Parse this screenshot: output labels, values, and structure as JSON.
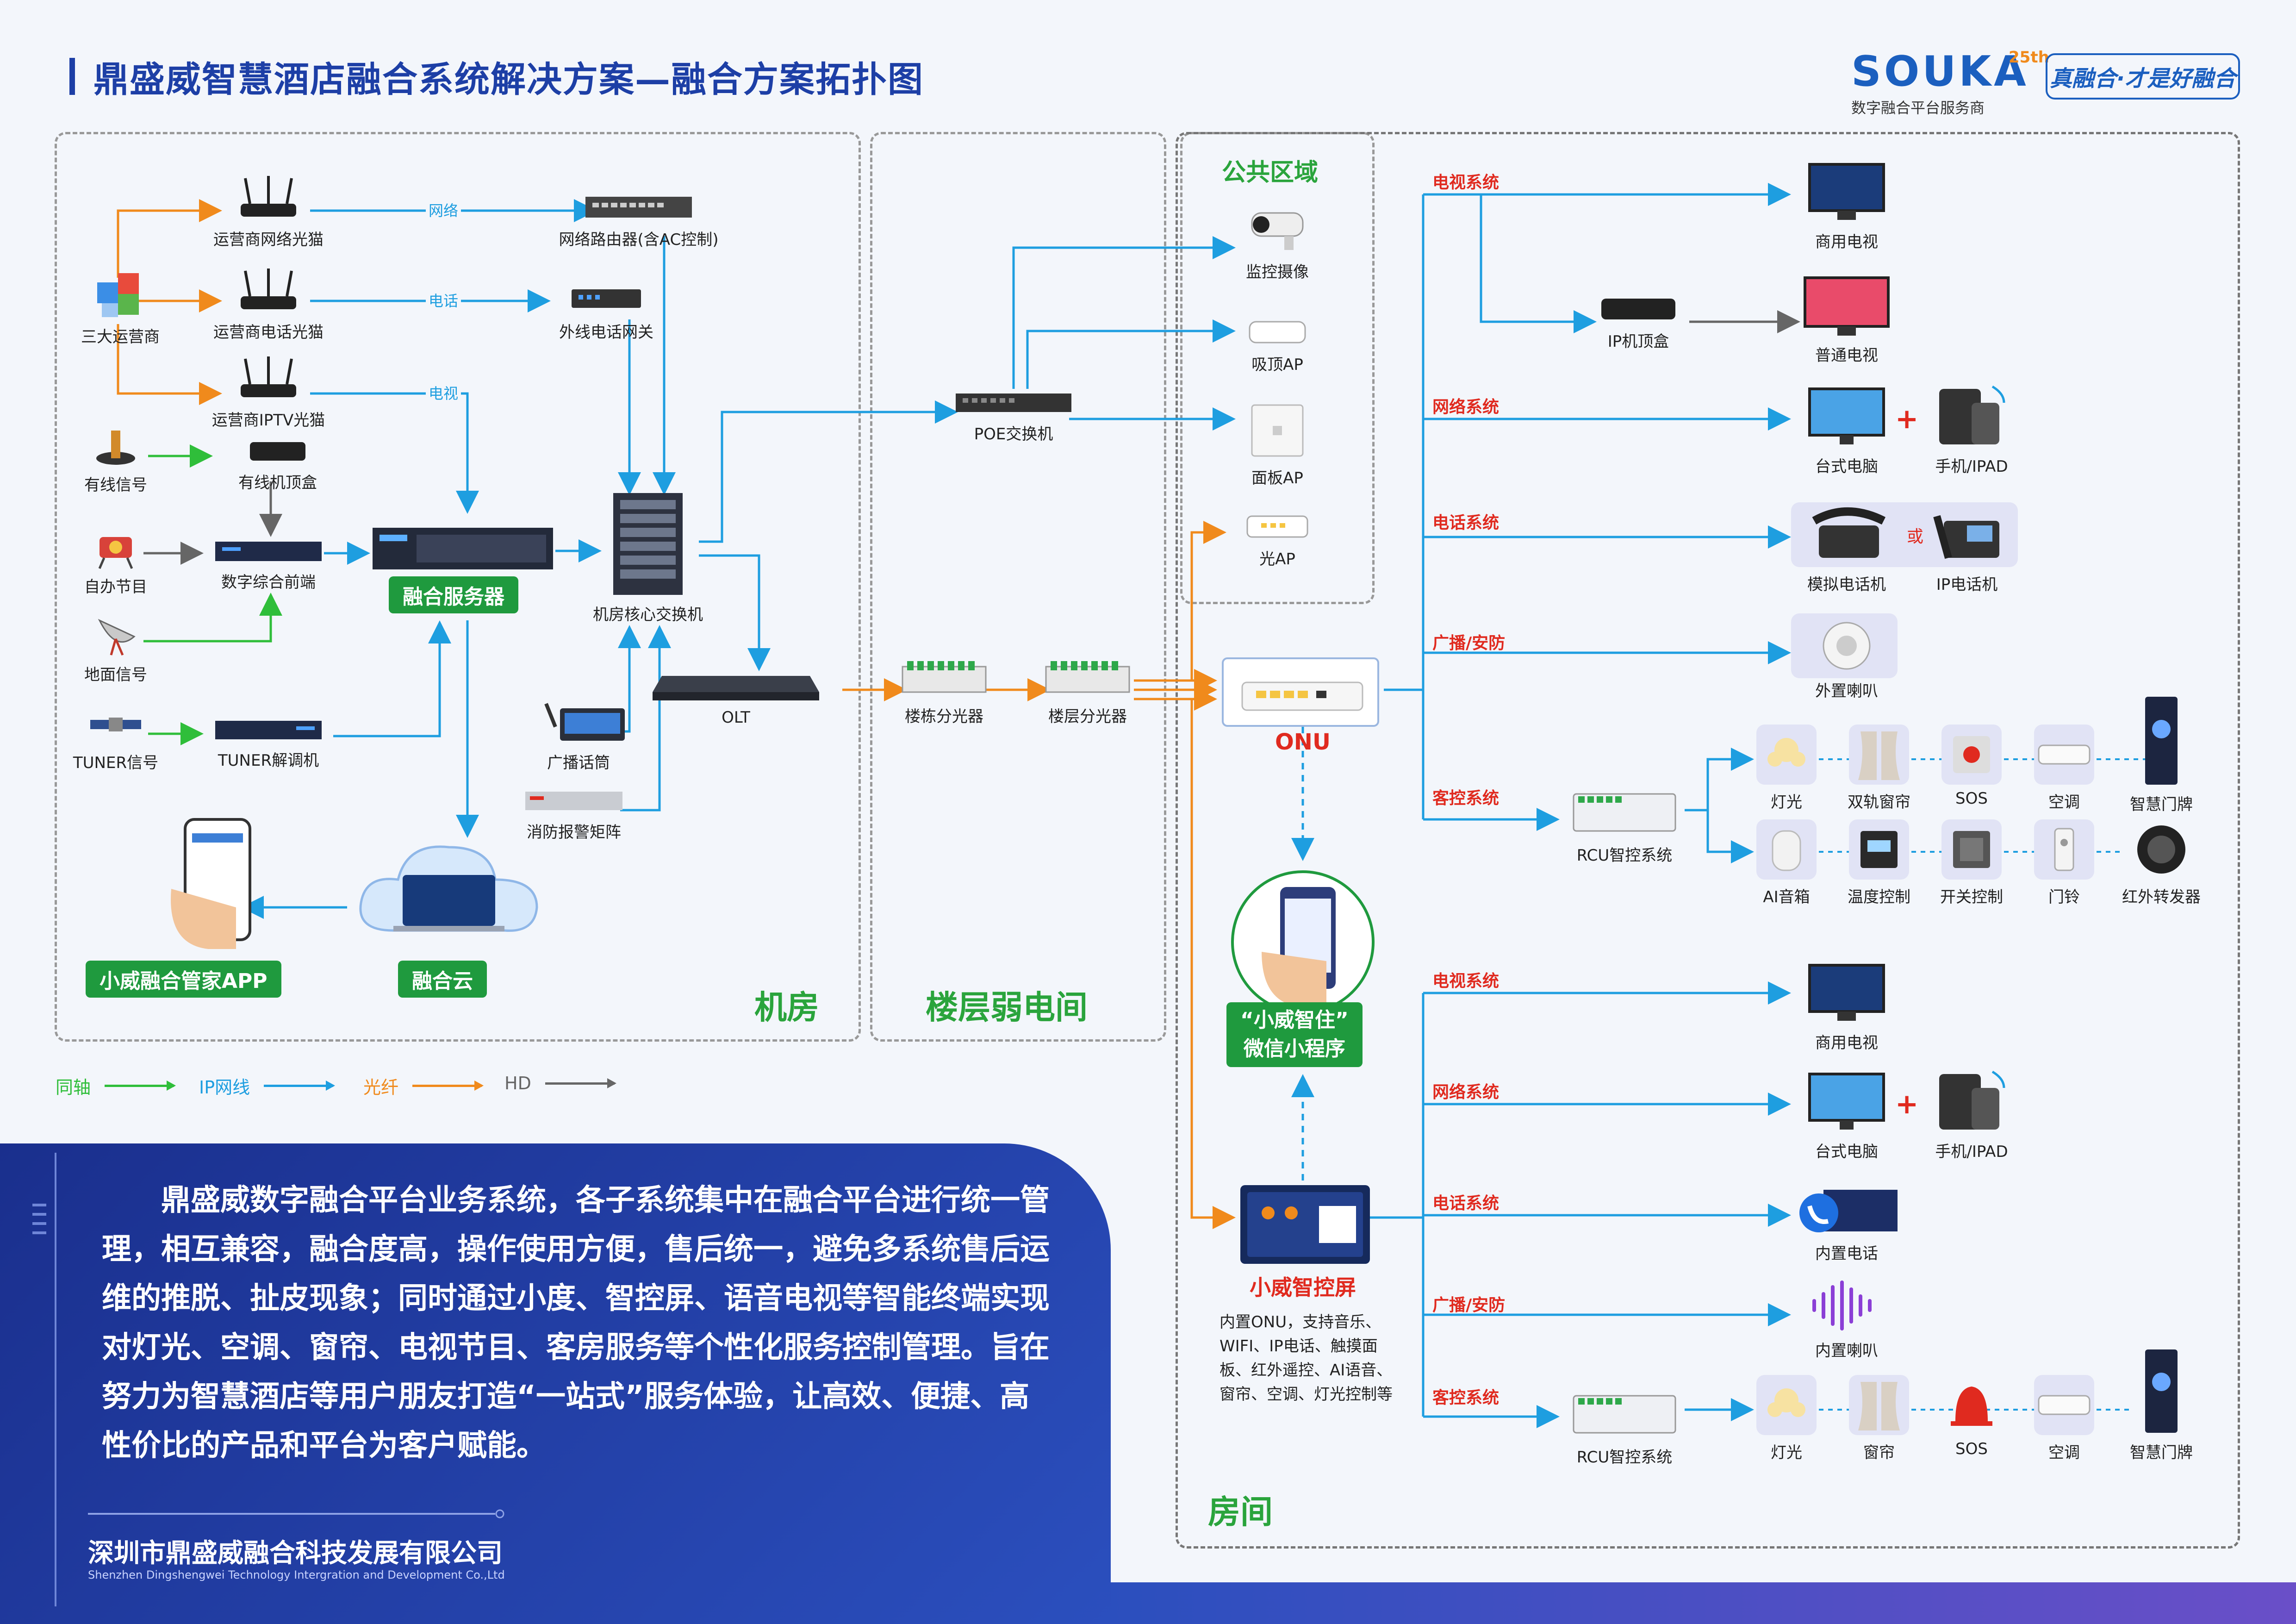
{
  "header": {
    "title": "鼎盛威智慧酒店融合系统解决方案—融合方案拓扑图",
    "brand": "SOUKA",
    "brand_badge": "25th",
    "brand_sub": "数字融合平台服务商",
    "slogan": "真融合·才是好融合"
  },
  "zones": {
    "machine_room": "机房",
    "floor_room": "楼层弱电间",
    "public": "公共区域",
    "guest_room": "房间"
  },
  "machine_room": {
    "carriers": "三大运营商",
    "cable_signal": "有线信号",
    "self_program": "自办节目",
    "ground_signal": "地面信号",
    "tuner_signal": "TUNER信号",
    "net_modem": "运营商网络光猫",
    "phone_modem": "运营商电话光猫",
    "iptv_modem": "运营商IPTV光猫",
    "cable_stb": "有线机顶盒",
    "frontend": "数字综合前端",
    "tuner_demod": "TUNER解调机",
    "router": "网络路由器(含AC控制)",
    "voip_gateway": "外线电话网关",
    "fusion_server": "融合服务器",
    "core_switch": "机房核心交换机",
    "broadcast_mic": "广播话筒",
    "fire_matrix": "消防报警矩阵",
    "olt": "OLT",
    "poe_switch": "POE交换机",
    "cloud": "融合云",
    "app": "小威融合管家APP",
    "lbl_net": "网络",
    "lbl_phone": "电话",
    "lbl_tv": "电视"
  },
  "floor_room": {
    "building_splitter": "楼栋分光器",
    "floor_splitter": "楼层分光器"
  },
  "public_area": {
    "camera": "监控摄像",
    "ceiling_ap": "吸顶AP",
    "panel_ap": "面板AP",
    "optical_ap": "光AP"
  },
  "guest_room": {
    "onu": "ONU",
    "mini_program": "“小威智住”\n微信小程序",
    "smart_screen": "小威智控屏",
    "screen_note": "内置ONU，支持音乐、WIFI、IP电话、触摸面板、红外遥控、AI语音、窗帘、空调、灯光控制等"
  },
  "onu_branch": {
    "tv_system": "电视系统",
    "commercial_tv": "商用电视",
    "iptv_box": "IP机顶盒",
    "normal_tv": "普通电视",
    "net_system": "网络系统",
    "desktop": "台式电脑",
    "plus": "+",
    "phone_ipad": "手机/IPAD",
    "phone_system": "电话系统",
    "analog_phone": "模拟电话机",
    "or": "或",
    "ip_phone": "IP电话机",
    "broadcast_system": "广播/安防",
    "ext_speaker": "外置喇叭",
    "room_system": "客控系统",
    "rcu": "RCU智控系统",
    "light": "灯光",
    "dual_curtain": "双轨窗帘",
    "sos": "SOS",
    "ac": "空调",
    "door_plate": "智慧门牌",
    "ai_speaker": "AI音箱",
    "thermostat": "温度控制",
    "switch_ctrl": "开关控制",
    "doorbell": "门铃",
    "ir": "红外转发器"
  },
  "screen_branch": {
    "tv_system": "电视系统",
    "commercial_tv": "商用电视",
    "net_system": "网络系统",
    "desktop": "台式电脑",
    "plus": "+",
    "phone_ipad": "手机/IPAD",
    "phone_system": "电话系统",
    "builtin_phone": "内置电话",
    "broadcast_system": "广播/安防",
    "builtin_speaker": "内置喇叭",
    "room_system": "客控系统",
    "rcu": "RCU智控系统",
    "light": "灯光",
    "curtain": "窗帘",
    "sos": "SOS",
    "ac": "空调",
    "door_plate": "智慧门牌"
  },
  "legend": {
    "coax": "同轴",
    "ip": "IP网线",
    "fiber": "光纤",
    "hd": "HD"
  },
  "info": {
    "text": "鼎盛威数字融合平台业务系统，各子系统集中在融合平台进行统一管理，相互兼容，融合度高，操作使用方便，售后统一，避免多系统售后运维的推脱、扯皮现象；同时通过小度、智控屏、语音电视等智能终端实现对灯光、空调、窗帘、电视节目、客房服务等个性化服务控制管理。旨在努力为智慧酒店等用户朋友打造“一站式”服务体验，让高效、便捷、高性价比的产品和平台为客户赋能。",
    "company": "深圳市鼎盛威融合科技发展有限公司",
    "company_en": "Shenzhen Dingshengwei Technology Intergration and Development Co.,Ltd"
  },
  "colors": {
    "coax": "#2fbe3a",
    "ip": "#1e9ee0",
    "fiber": "#f08a1c",
    "hd": "#666666",
    "accent": "#1d3fa6",
    "alert": "#e02a1f"
  }
}
